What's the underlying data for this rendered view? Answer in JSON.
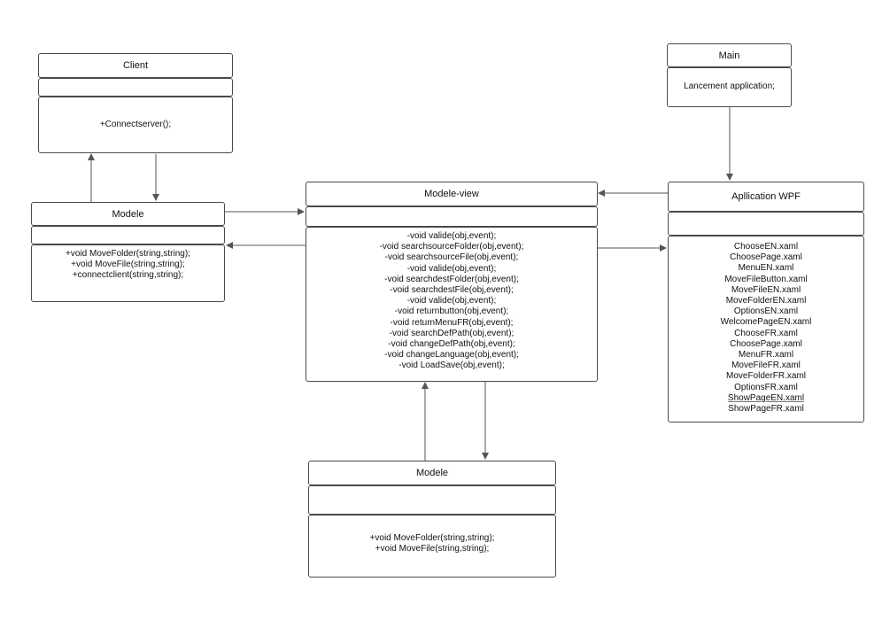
{
  "classes": {
    "client": {
      "name": "Client",
      "attributes": [],
      "methods": [
        "+Connectserver();"
      ]
    },
    "modele_left": {
      "name": "Modele",
      "attributes": [],
      "methods": [
        "+void MoveFolder(string,string);",
        "+void MoveFile(string,string);",
        "+connectclient(string,string);"
      ]
    },
    "modele_view": {
      "name": "Modele-view",
      "attributes": [],
      "methods": [
        "-void valide(obj,event);",
        "-void searchsourceFolder(obj,event);",
        "-void searchsourceFile(obj,event);",
        "-void valide(obj,event);",
        "-void searchdestFolder(obj,event);",
        "-void searchdestFile(obj,event);",
        "-void valide(obj,event);",
        "-void returnbutton(obj,event);",
        "-void returnMenuFR(obj,event);",
        "-void searchDefPath(obj,event);",
        "-void changeDefPath(obj,event);",
        "-void changeLanguage(obj,event);",
        "-void LoadSave(obj,event);"
      ]
    },
    "main": {
      "name": "Main",
      "methods": [
        "Lancement application;"
      ]
    },
    "wpf": {
      "name": "Apllication WPF",
      "attributes": [],
      "methods": [
        "ChooseEN.xaml",
        "ChoosePage.xaml",
        "MenuEN.xaml",
        "MoveFileButton.xaml",
        "MoveFileEN.xaml",
        "MoveFolderEN.xaml",
        "OptionsEN.xaml",
        "WelcomePageEN.xaml",
        "ChooseFR.xaml",
        "ChoosePage.xaml",
        "MenuFR.xaml",
        "MoveFileFR.xaml",
        "MoveFolderFR.xaml",
        "OptionsFR.xaml",
        "ShowPageEN.xaml",
        "ShowPageFR.xaml"
      ]
    },
    "modele_bottom": {
      "name": "Modele",
      "attributes": [],
      "methods": [
        "+void MoveFolder(string,string);",
        "+void MoveFile(string,string);"
      ]
    }
  },
  "colors": {
    "stroke": "#4a4a4a",
    "text": "#111111",
    "background": "#ffffff"
  }
}
